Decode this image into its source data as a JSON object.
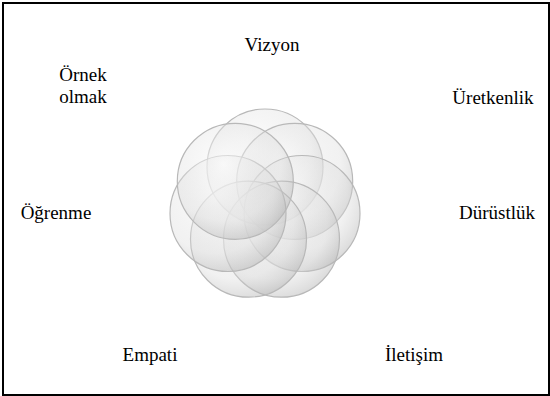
{
  "diagram": {
    "labels": [
      "Vizyon",
      "Örnek olmak",
      "Üretkenlik",
      "Öğrenme",
      "Dürüstlük",
      "Empati",
      "İletişim"
    ]
  }
}
